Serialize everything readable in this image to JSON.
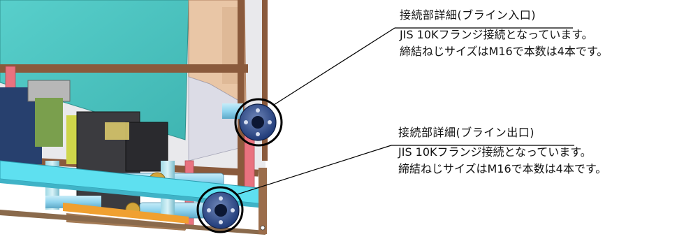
{
  "callouts": [
    {
      "title": "接続部詳細(ブライン入口)",
      "lines": [
        "JIS 10Kフランジ接続となっています。",
        "締結ねじサイズはM16で本数は4本です。"
      ]
    },
    {
      "title": "接続部詳細(ブライン出口)",
      "lines": [
        "JIS 10Kフランジ接続となっています。",
        "締結ねじサイズはM16で本数は4本です。"
      ]
    }
  ],
  "colors": {
    "panel": "#4fc6c2",
    "frame_pink": "#e9727f",
    "base_cyan": "#5ee0f0",
    "wood": "#8a5a3c",
    "pipe": "#8fd4ee",
    "callout_line": "#000000"
  }
}
